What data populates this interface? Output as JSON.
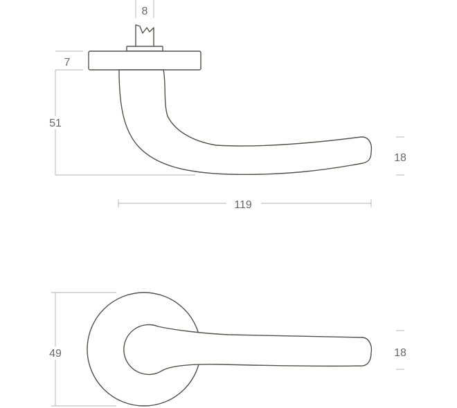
{
  "dimensions": {
    "spindle": "8",
    "rose_thickness": "7",
    "height": "51",
    "lever_thickness_side": "18",
    "length": "119",
    "rose_diameter": "49",
    "lever_thickness_top": "18"
  },
  "colors": {
    "outline": "#54504a",
    "dimension_line": "#b3b0aa",
    "label": "#6b6864"
  }
}
